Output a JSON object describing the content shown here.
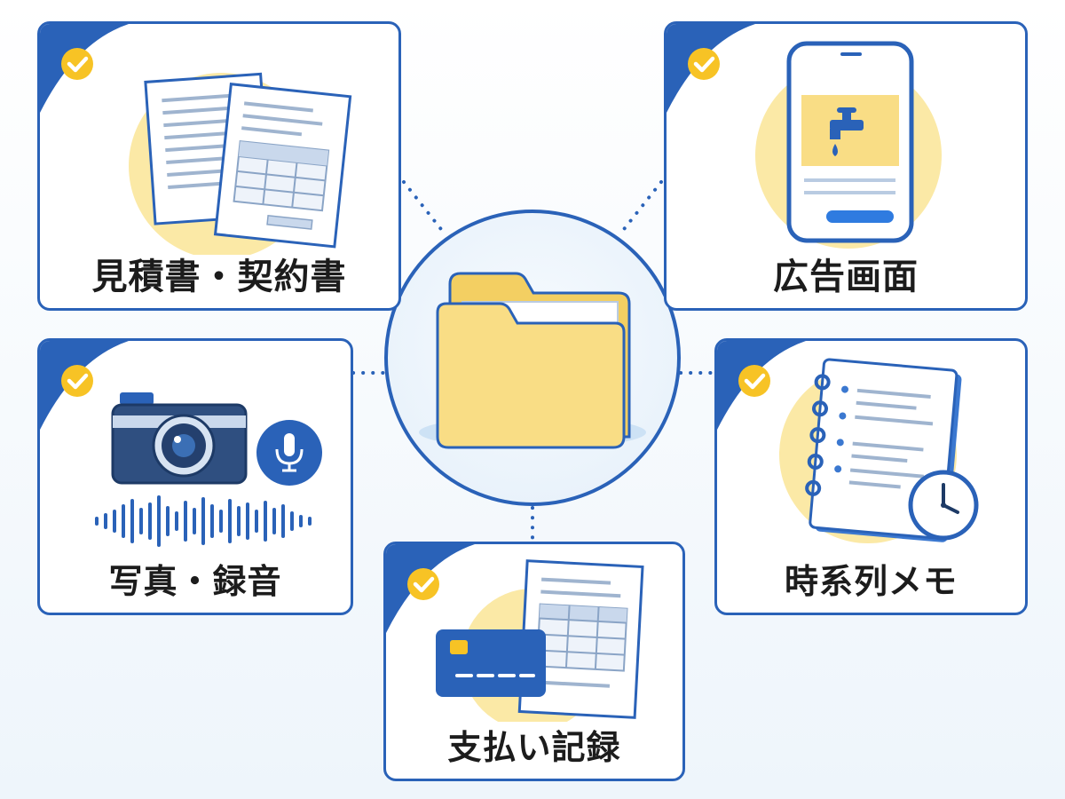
{
  "colors": {
    "accent_blue": "#2a62b8",
    "check_yellow": "#f7c325",
    "highlight_yellow": "#fbe9a6",
    "folder_yellow": "#f9dd85",
    "text_dark": "#1c1c1c"
  },
  "hub": {
    "icon": "folder-icon"
  },
  "cards": {
    "estimate": {
      "label": "見積書・契約書",
      "icon": "documents-icon"
    },
    "ad_screen": {
      "label": "広告画面",
      "icon": "smartphone-ad-icon"
    },
    "photo_audio": {
      "label": "写真・録音",
      "icon": "camera-icon"
    },
    "timeline_memo": {
      "label": "時系列メモ",
      "icon": "notebook-clock-icon"
    },
    "payment": {
      "label": "支払い記録",
      "icon": "credit-card-receipt-icon"
    }
  }
}
